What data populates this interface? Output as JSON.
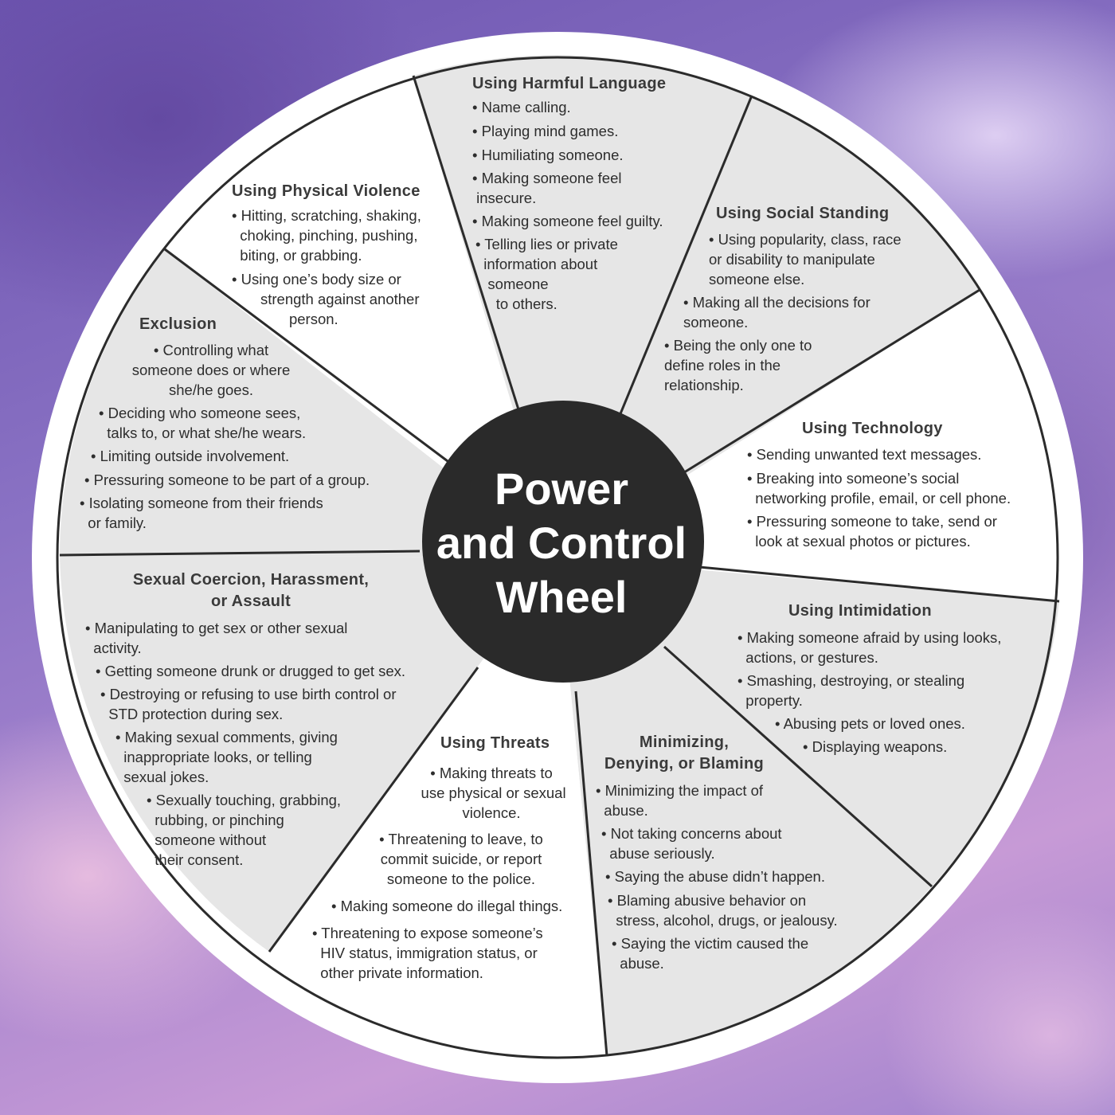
{
  "title": [
    "Power",
    "and Control",
    "Wheel"
  ],
  "colors": {
    "white": "#ffffff",
    "light_gray": "#e6e6e6",
    "center": "#2a2a2a",
    "divider": "#2b2b2b",
    "heading": "#3a3a3a",
    "text": "#2d2d2d"
  },
  "sections": [
    {
      "heading": "Using Harmful Language",
      "items": [
        "• Name calling.",
        "• Playing mind games.",
        "• Humiliating someone.",
        "• Making someone feel\n insecure.",
        "• Making someone feel guilty.",
        "• Telling lies or private\n  information about\n   someone\n     to others."
      ]
    },
    {
      "heading": "Using Social Standing",
      "items": [
        "• Using popularity, class, race\nor disability to manipulate\nsomeone else.",
        "• Making all the decisions for\nsomeone.",
        "• Being the only one to\ndefine roles in the\nrelationship."
      ]
    },
    {
      "heading": "Using Technology",
      "items": [
        "• Sending unwanted text messages.",
        "• Breaking into someone’s social\n  networking profile, email, or cell phone.",
        "• Pressuring someone to take, send or\n  look at sexual photos or pictures."
      ]
    },
    {
      "heading": "Using Intimidation",
      "items": [
        "• Making someone afraid by using looks,\n  actions, or gestures.",
        "• Smashing, destroying, or stealing\n  property.",
        "• Abusing pets or loved ones.",
        "• Displaying weapons."
      ]
    },
    {
      "heading": "Minimizing,\nDenying, or Blaming",
      "items": [
        "• Minimizing the impact of\n  abuse.",
        "• Not taking concerns about\n  abuse seriously.",
        "• Saying the abuse didn’t happen.",
        "• Blaming abusive behavior on\n  stress, alcohol, drugs, or jealousy.",
        "• Saying the victim caused the\n  abuse."
      ]
    },
    {
      "heading": "Using Threats",
      "items": [
        "• Making threats to\n use physical or sexual\nviolence.",
        "• Threatening to leave, to\ncommit suicide, or report\nsomeone to the police.",
        "• Making someone do illegal things.",
        "• Threatening to expose someone’s\n  HIV status, immigration status, or\n  other private information."
      ]
    },
    {
      "heading": "Sexual Coercion, Harassment,\nor Assault",
      "items": [
        "• Manipulating to get sex or other sexual\n  activity.",
        "• Getting someone drunk or drugged to get sex.",
        "• Destroying or refusing to use birth control or\n  STD protection during sex.",
        "• Making sexual comments, giving\n  inappropriate looks, or telling\n  sexual jokes.",
        "• Sexually touching, grabbing,\n  rubbing, or pinching\n  someone without\n  their consent."
      ]
    },
    {
      "heading": "Exclusion",
      "items": [
        "• Controlling what\nsomeone does or where\nshe/he goes.",
        "• Deciding who someone sees,\n  talks to, or what she/he wears.",
        "• Limiting outside involvement.",
        "• Pressuring someone to be part of a group.",
        "• Isolating someone from their friends\n  or family."
      ]
    },
    {
      "heading": "Using Physical Violence",
      "items": [
        "• Hitting, scratching, shaking,\n  choking, pinching, pushing,\n  biting, or grabbing.",
        "• Using one’s body size or\n       strength against another\n              person."
      ]
    }
  ]
}
